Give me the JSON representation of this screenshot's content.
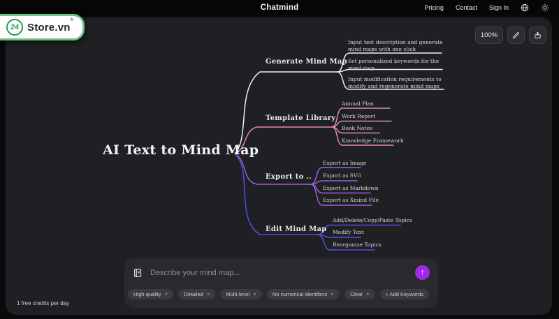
{
  "header": {
    "brand": "Chatmind",
    "nav": [
      "Pricing",
      "Contact",
      "Sign In"
    ]
  },
  "logo": {
    "badge": "24",
    "name": "Store.vn",
    "reg": "®"
  },
  "toolbar": {
    "zoom_level": "100%"
  },
  "map": {
    "root_label": "AI Text to Mind Map",
    "branches": [
      {
        "label": "Generate Mind Map",
        "color": "#f1eef6",
        "children": [
          "Input text description and generate mind maps with one click",
          "Set personalized keywords for the mind map",
          "Input modification requirements to modify and regenerate mind maps"
        ]
      },
      {
        "label": "Template Library",
        "color": "#e289ae",
        "children": [
          "Annual Plan",
          "Work Report",
          "Book Notes",
          "Knowledge Framework"
        ]
      },
      {
        "label": "Export to ..",
        "color": "#9d5fe0",
        "children": [
          "Export as Image",
          "Export as SVG",
          "Export as Markdown",
          "Export as Xmind File"
        ]
      },
      {
        "label": "Edit Mind Map",
        "color": "#5a4be0",
        "children": [
          "Add/Delete/Copy/Paste Topics",
          "Modify Text",
          "Reorganize Topics"
        ]
      }
    ]
  },
  "composer": {
    "placeholder": "Describe your mind map...",
    "keywords": [
      "High-quality",
      "Detailed",
      "Multi-level",
      "No numerical identifiers",
      "Clear"
    ],
    "add_keywords_label": "+ Add Keywords",
    "send_color": "#a128e6"
  },
  "icons": {
    "close": "×",
    "up_arrow": "↑"
  },
  "footer": {
    "credits_note": "1 free credits per day"
  }
}
